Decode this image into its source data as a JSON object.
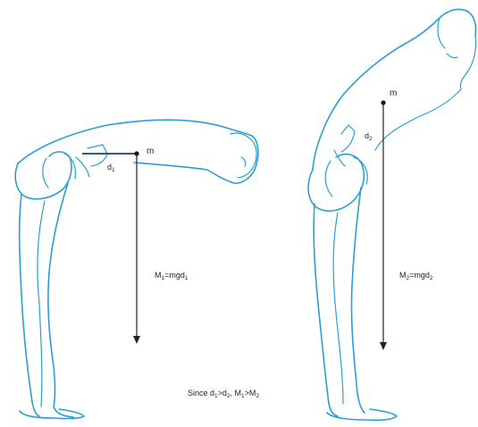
{
  "left_figure": {
    "mass_label": "m",
    "distance_label": {
      "base": "d",
      "sub": "1"
    },
    "moment_label": {
      "base_m": "M",
      "sub_m": "1",
      "rest": "=mgd",
      "sub_d": "1"
    }
  },
  "right_figure": {
    "mass_label": "m",
    "distance_label": {
      "base": "d",
      "sub": "2"
    },
    "moment_label": {
      "base_m": "M",
      "sub_m": "2",
      "rest": "=mgd",
      "sub_d": "2"
    }
  },
  "caption": {
    "p1": "Since d",
    "s1": "1",
    "p2": ">d",
    "s2": "2",
    "p3": ", M",
    "s3": "1",
    "p4": ">M",
    "s4": "2"
  },
  "colors": {
    "outline": "#2a9fd6",
    "arrow": "#222222",
    "distance_line": "#1b3a8a"
  }
}
